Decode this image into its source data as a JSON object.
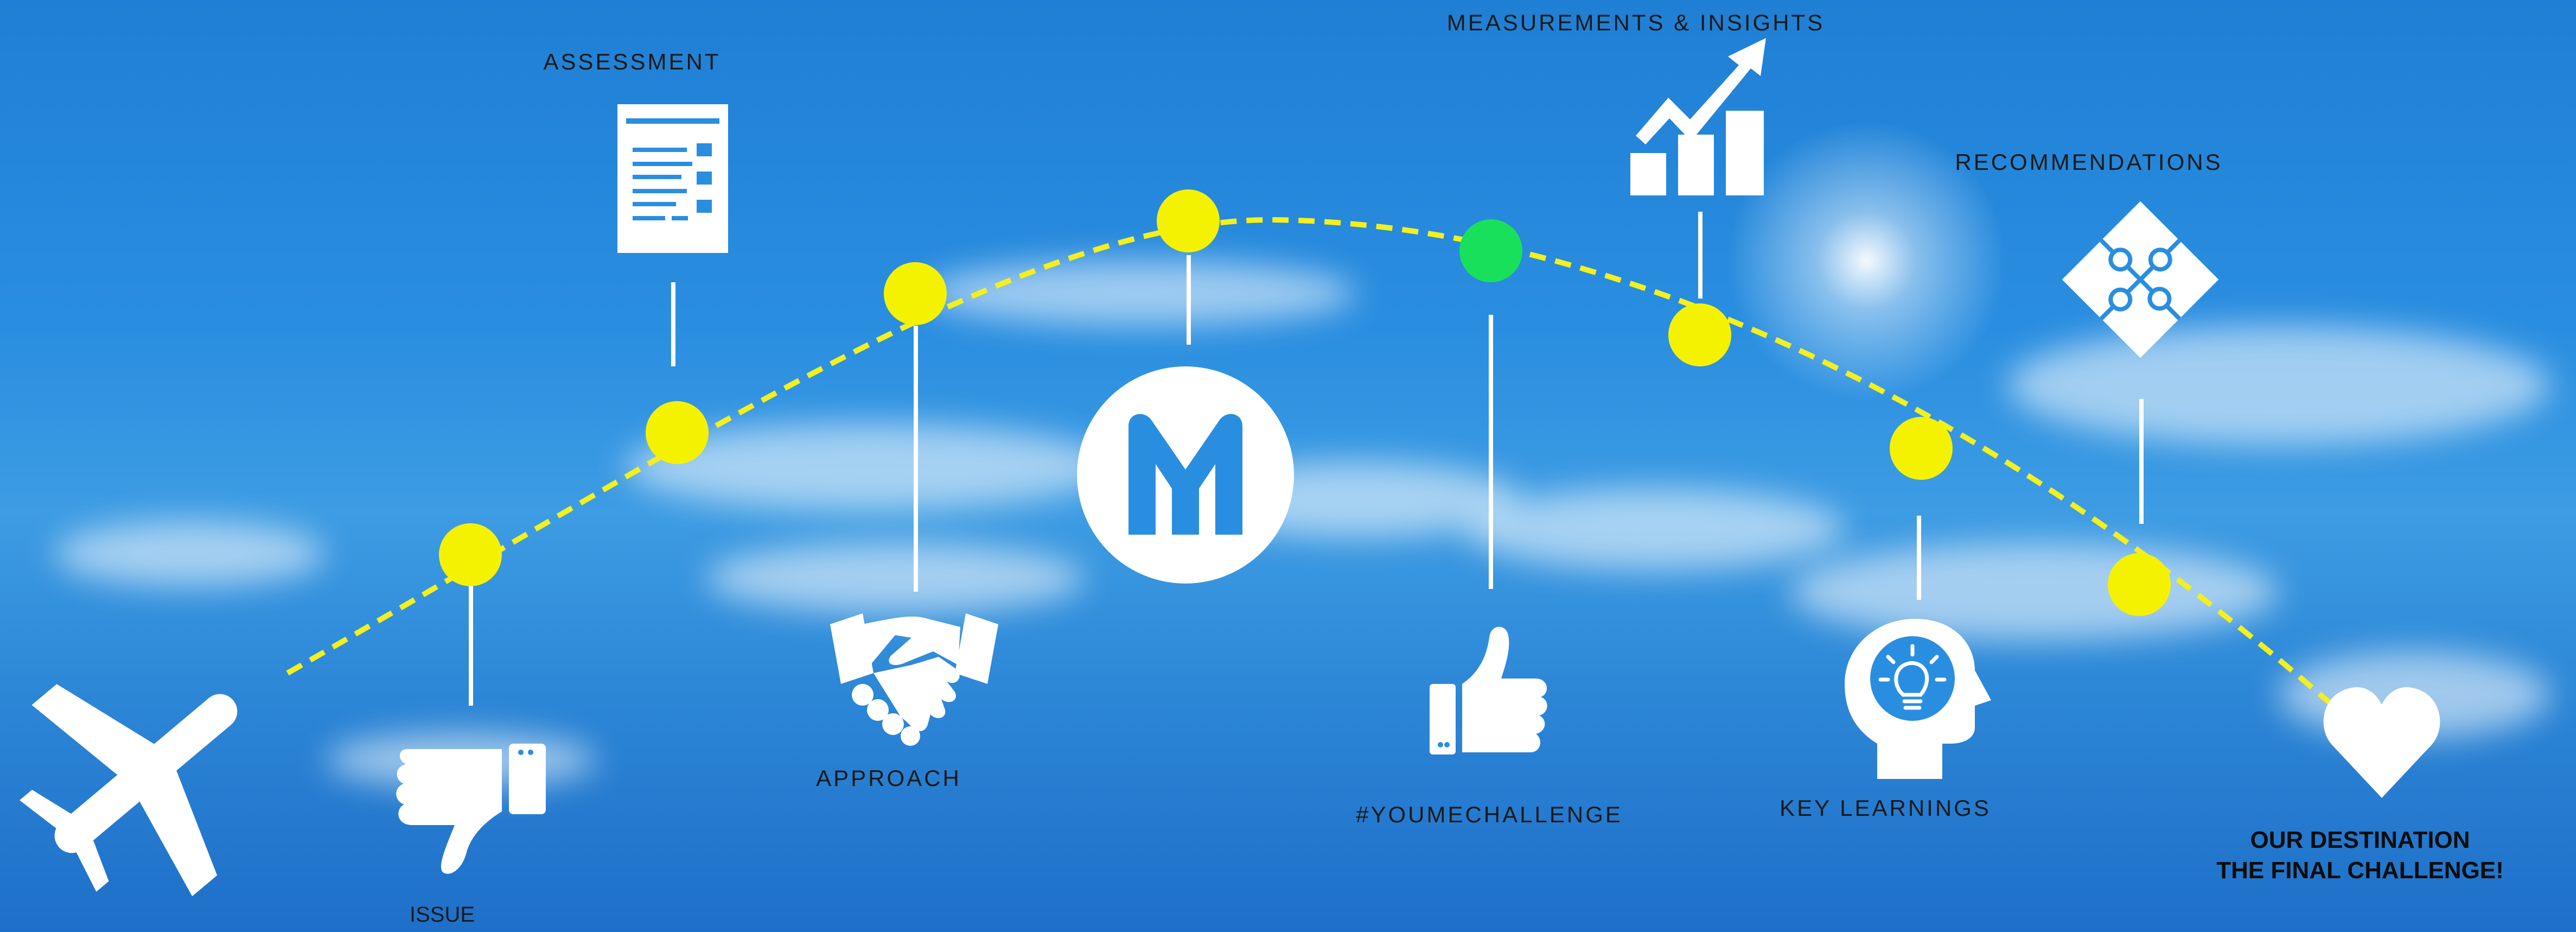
{
  "colors": {
    "sky": "#2a8ee0",
    "route_line": "#f3f01e",
    "milestone_yellow": "#f5f200",
    "milestone_green": "#19e05a",
    "icon_white": "#ffffff",
    "label_text": "#1a1a1a"
  },
  "journey": {
    "issue_label": "ISSUE",
    "assessment_label": "ASSESSMENT",
    "approach_label": "APPROACH",
    "logo_letter": "M",
    "youme_label": "#YOUMECHALLENGE",
    "measurements_label": "MEASUREMENTS & INSIGHTS",
    "key_learnings_label": "KEY LEARNINGS",
    "recommendations_label": "RECOMMENDATIONS",
    "destination_line1": "OUR DESTINATION",
    "destination_line2": "THE FINAL  CHALLENGE!"
  },
  "icons": {
    "start": "airplane-icon",
    "issue": "thumbs-down-icon",
    "assessment": "document-list-icon",
    "approach": "handshake-icon",
    "center": "ym-logo-icon",
    "youme": "thumbs-up-icon",
    "measurements": "growth-chart-icon",
    "key_learnings": "lightbulb-head-icon",
    "recommendations": "puzzle-icon",
    "destination": "heart-icon"
  }
}
